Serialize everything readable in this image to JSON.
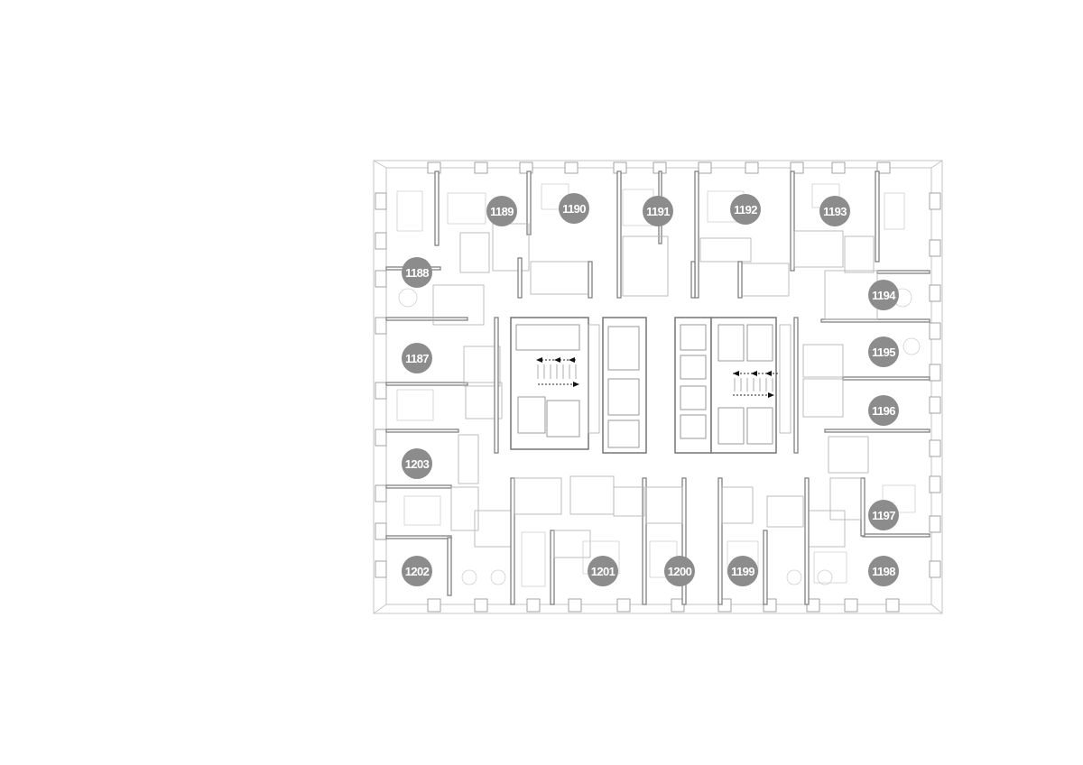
{
  "plan": {
    "colors": {
      "badge": "#8c8c8c",
      "badge_text": "#ffffff",
      "walls": "#8a8a8a",
      "background": "#ffffff"
    },
    "units": [
      {
        "label": "1189"
      },
      {
        "label": "1190"
      },
      {
        "label": "1191"
      },
      {
        "label": "1192"
      },
      {
        "label": "1193"
      },
      {
        "label": "1188"
      },
      {
        "label": "1194"
      },
      {
        "label": "1187"
      },
      {
        "label": "1195"
      },
      {
        "label": "1196"
      },
      {
        "label": "1203"
      },
      {
        "label": "1197"
      },
      {
        "label": "1202"
      },
      {
        "label": "1201"
      },
      {
        "label": "1200"
      },
      {
        "label": "1199"
      },
      {
        "label": "1198"
      }
    ]
  }
}
